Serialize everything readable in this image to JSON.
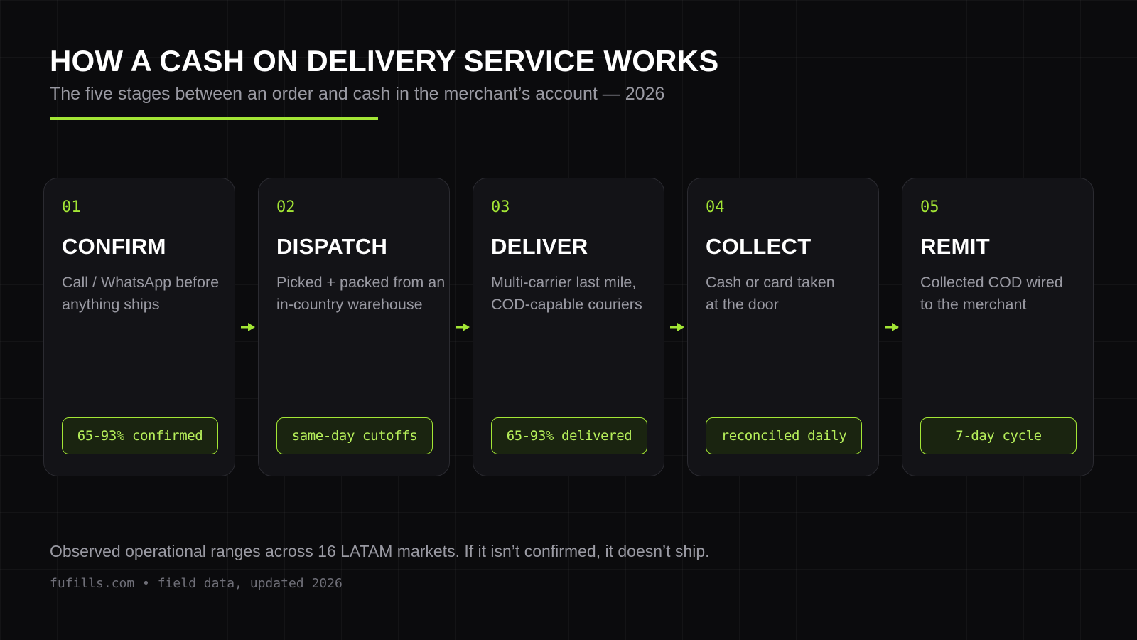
{
  "header": {
    "title": "HOW A CASH ON DELIVERY SERVICE WORKS",
    "subtitle": "The five stages between an order and cash in the merchant’s account — 2026"
  },
  "colors": {
    "accent": "#a3e635",
    "background": "#0b0b0d",
    "card": "#131317",
    "muted_text": "#9a9aa3"
  },
  "arrow_icon": "arrow-right-icon",
  "stages": [
    {
      "number": "01",
      "name": "CONFIRM",
      "desc_line1": "Call / WhatsApp before",
      "desc_line2": "anything ships",
      "badge": "65-93% confirmed"
    },
    {
      "number": "02",
      "name": "DISPATCH",
      "desc_line1": "Picked + packed from an",
      "desc_line2": "in-country warehouse",
      "badge": "same-day cutoffs"
    },
    {
      "number": "03",
      "name": "DELIVER",
      "desc_line1": "Multi-carrier last mile,",
      "desc_line2": "COD-capable couriers",
      "badge": "65-93% delivered"
    },
    {
      "number": "04",
      "name": "COLLECT",
      "desc_line1": "Cash or card taken",
      "desc_line2": "at the door",
      "badge": "reconciled daily"
    },
    {
      "number": "05",
      "name": "REMIT",
      "desc_line1": "Collected COD wired",
      "desc_line2": "to the merchant",
      "badge": "7-day cycle"
    }
  ],
  "footer": {
    "note": "Observed operational ranges across 16 LATAM markets. If it isn’t confirmed, it doesn’t ship.",
    "source": "fufills.com • field data, updated 2026"
  }
}
